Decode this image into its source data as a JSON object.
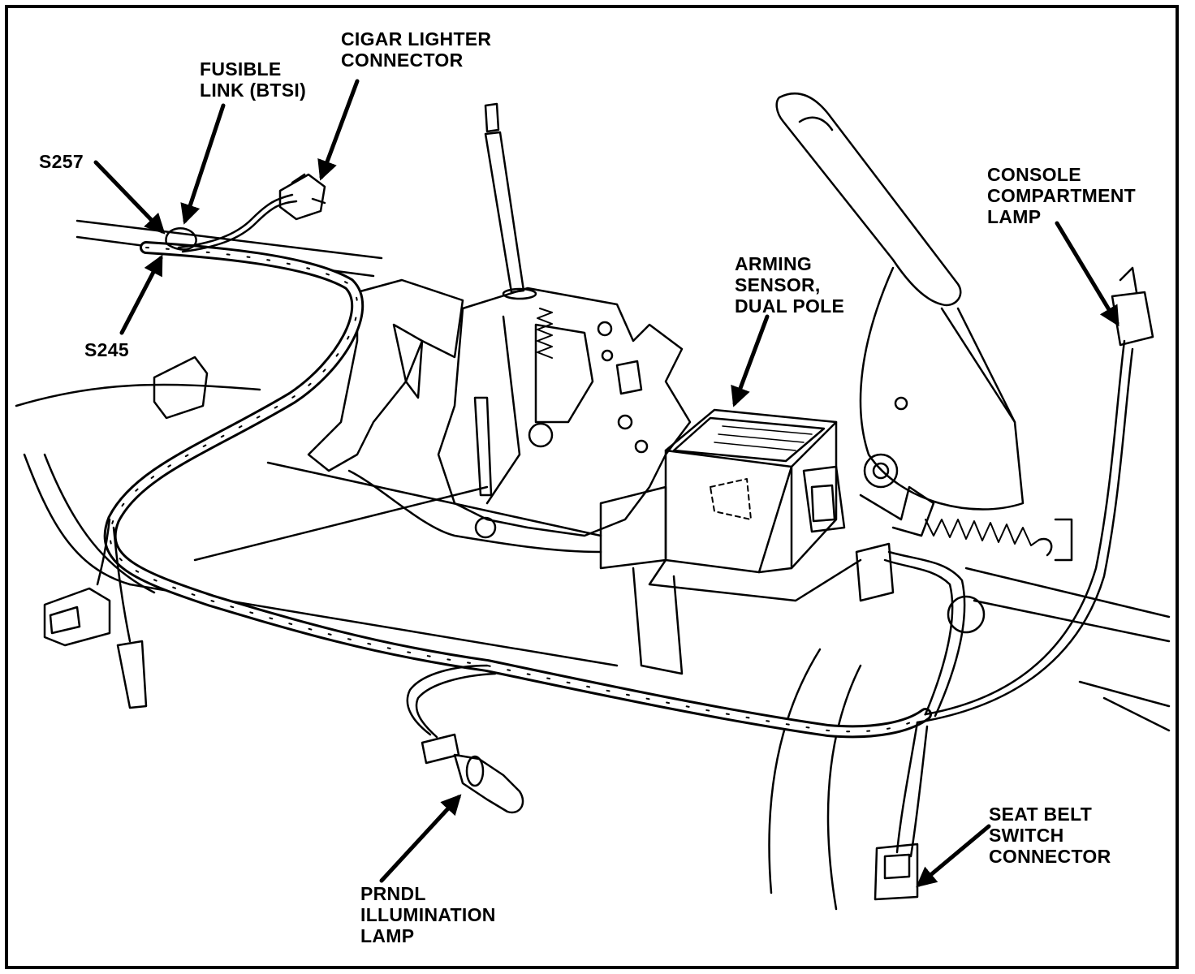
{
  "labels": {
    "s257": "S257",
    "s245": "S245",
    "fusible_link": [
      "FUSIBLE",
      "LINK (BTSI)"
    ],
    "cigar_lighter": [
      "CIGAR LIGHTER",
      "CONNECTOR"
    ],
    "arming_sensor": [
      "ARMING",
      "SENSOR,",
      "DUAL POLE"
    ],
    "console_lamp": [
      "CONSOLE",
      "COMPARTMENT",
      "LAMP"
    ],
    "seat_belt": [
      "SEAT BELT",
      "SWITCH",
      "CONNECTOR"
    ],
    "prndl": [
      "PRNDL",
      "ILLUMINATION",
      "LAMP"
    ]
  },
  "colors": {
    "ink": "#000000",
    "paper": "#ffffff"
  }
}
